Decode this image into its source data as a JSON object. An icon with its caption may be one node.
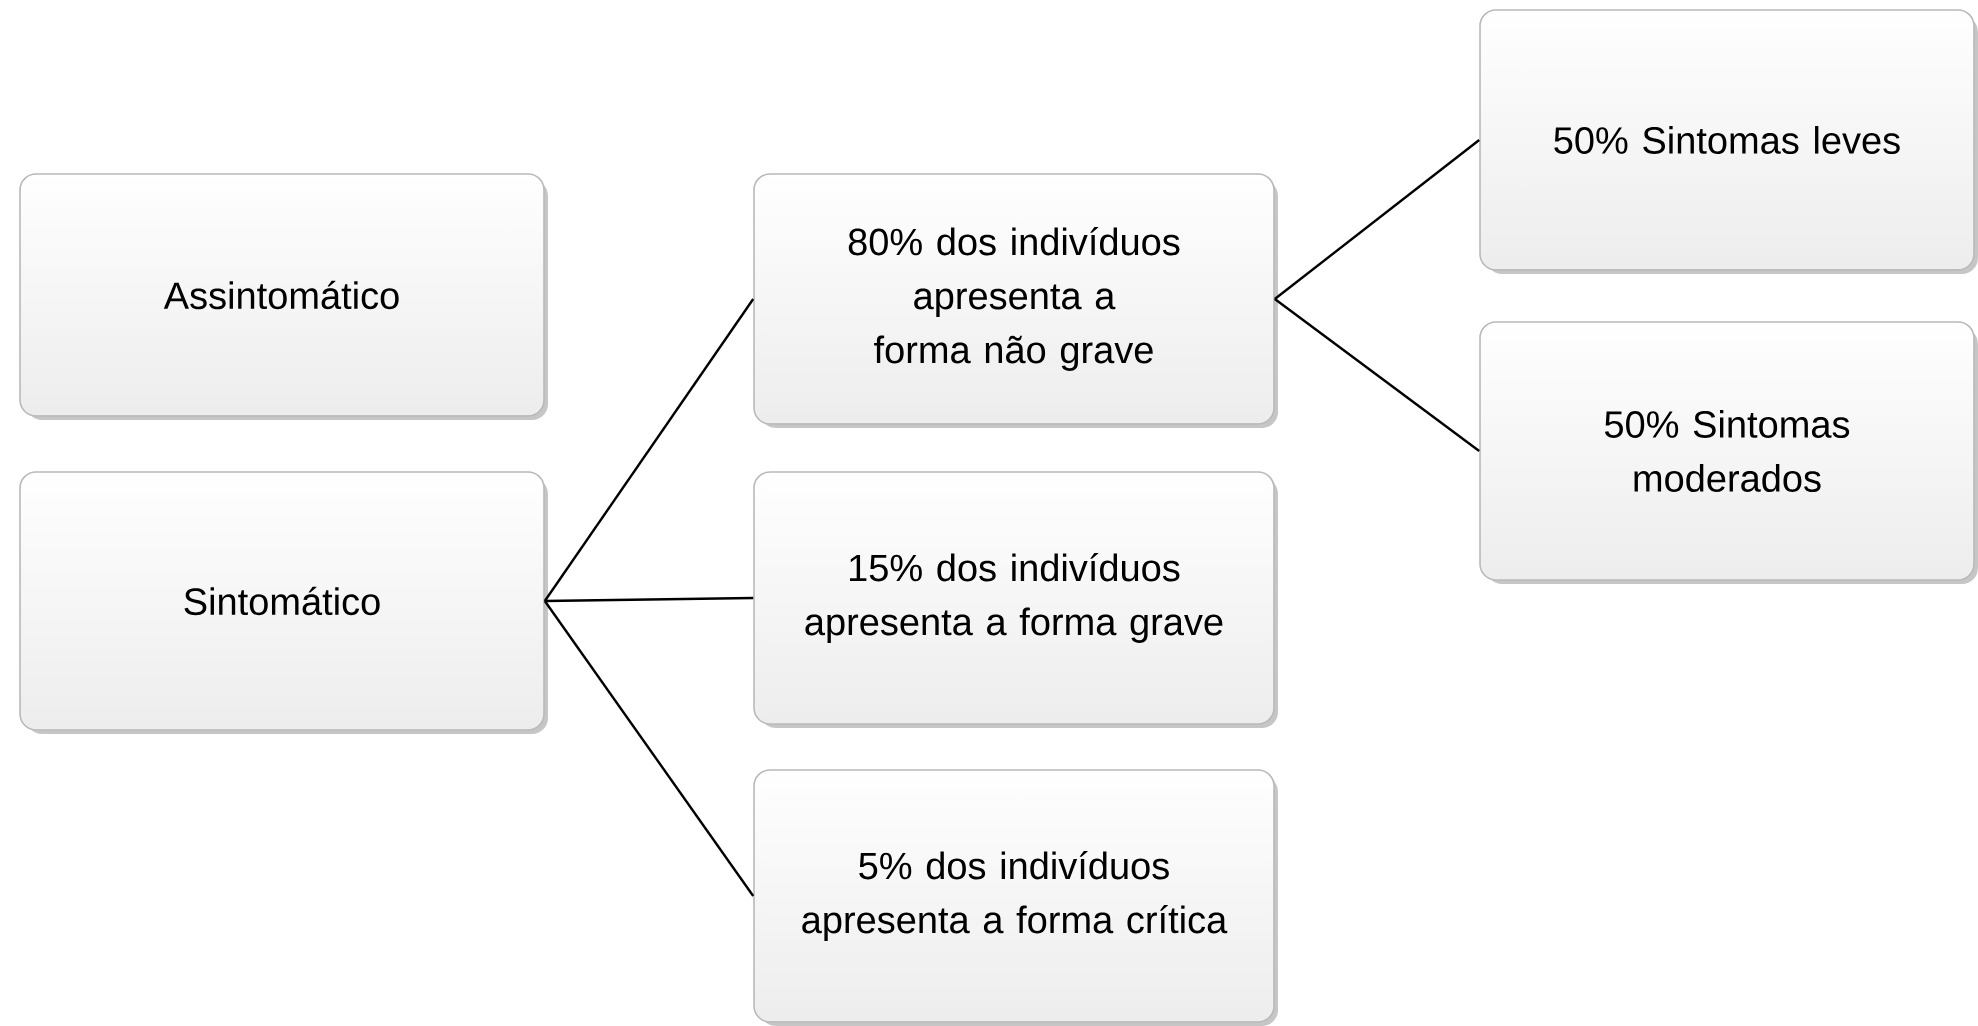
{
  "diagram": {
    "nodes": [
      {
        "text": [
          "Assintomático"
        ]
      },
      {
        "text": [
          "Sintomático"
        ]
      },
      {
        "text": [
          "80% dos indivíduos apresenta a forma não grave"
        ]
      },
      {
        "text": [
          "15% dos indivíduos apresenta a forma grave"
        ]
      },
      {
        "text": [
          "5% dos indivíduos apresenta a forma crítica"
        ]
      },
      {
        "text": [
          "50% Sintomas leves"
        ]
      },
      {
        "text": [
          "50% Sintomas moderados"
        ]
      }
    ],
    "edges": [
      {
        "from": 1,
        "to": 2,
        "arrow": "none"
      },
      {
        "from": 1,
        "to": 3,
        "arrow": "none"
      },
      {
        "from": 1,
        "to": 4,
        "arrow": "none"
      },
      {
        "from": 2,
        "to": 5,
        "arrow": "none"
      },
      {
        "from": 2,
        "to": 6,
        "arrow": "none"
      }
    ]
  }
}
